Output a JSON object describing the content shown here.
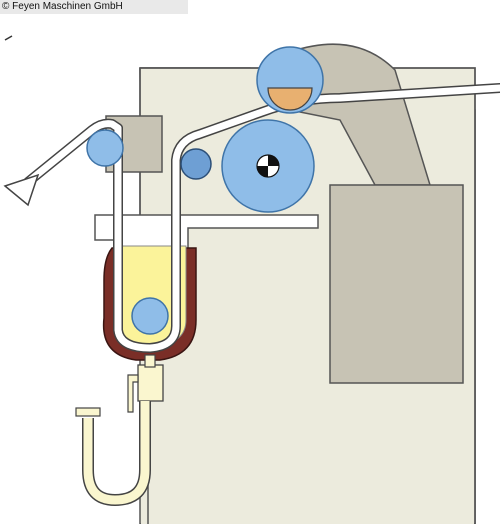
{
  "copyright": "© Feyen Maschinen GmbH",
  "colors": {
    "background": "#ffffff",
    "machine_frame": "#ecebdd",
    "frame_stroke": "#555555",
    "gray_panel": "#c7c3b4",
    "blue_roller": "#8fbde8",
    "blue_stroke": "#3f74a8",
    "orange_roller": "#e8b070",
    "dark_roller": "#1c1c1c",
    "trough_red": "#7a2e27",
    "liquid_yellow": "#fbf39a",
    "web_fill": "#ffffff",
    "pipe_cream": "#faf6cf"
  },
  "components": [
    "machine-frame",
    "top-roller-assembly",
    "main-drum",
    "guide-rollers",
    "immersion-roller",
    "dip-trough",
    "drain-pipe",
    "fabric-web"
  ]
}
